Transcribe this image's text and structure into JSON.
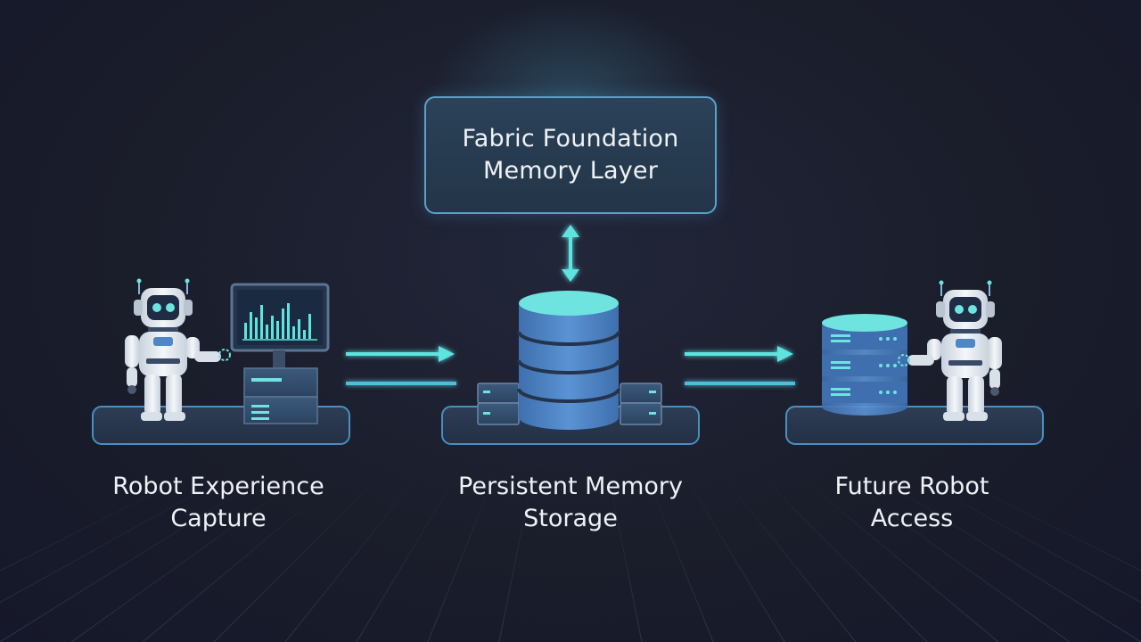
{
  "top_node": {
    "line1": "Fabric Foundation",
    "line2": "Memory Layer"
  },
  "stages": [
    {
      "line1": "Robot Experience",
      "line2": "Capture",
      "icon": "robot-with-monitor-icon"
    },
    {
      "line1": "Persistent Memory",
      "line2": "Storage",
      "icon": "database-icon"
    },
    {
      "line1": "Future Robot",
      "line2": "Access",
      "icon": "robot-with-server-icon"
    }
  ],
  "colors": {
    "accent": "#5fe3df",
    "platform_border": "#4a8fbf",
    "database_fill": "#4f86c6",
    "database_top": "#6fe3e0",
    "text": "#eef2f7",
    "background": "#1b1e2b"
  }
}
